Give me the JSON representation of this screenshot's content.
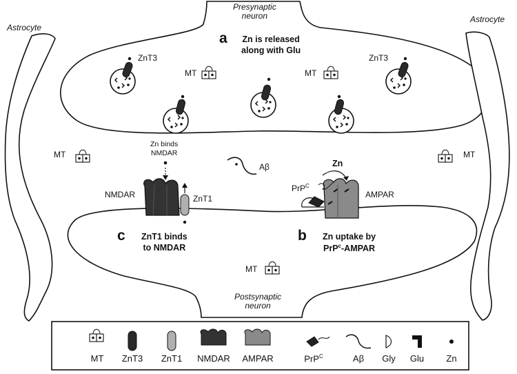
{
  "cells": {
    "presynaptic": "Presynaptic\nneuron",
    "postsynaptic": "Postsynaptic\nneuron",
    "astrocyte_left": "Astrocyte",
    "astrocyte_right": "Astrocyte"
  },
  "panels": {
    "a": {
      "letter": "a",
      "line1": "Zn is released",
      "line2": "along with Glu"
    },
    "b": {
      "letter": "b",
      "line1": "Zn uptake by",
      "line2_prefix": "PrP",
      "line2_sup": "c",
      "line2_suffix": "-AMPAR"
    },
    "c": {
      "letter": "c",
      "line1": "ZnT1 binds",
      "line2": "to NMDAR"
    }
  },
  "labels": {
    "znt3_left": "ZnT3",
    "znt3_right": "ZnT3",
    "mt_pre_left": "MT",
    "mt_pre_right": "MT",
    "mt_left": "MT",
    "mt_right": "MT",
    "mt_post": "MT",
    "zn_binds_1": "Zn binds",
    "zn_binds_2": "NMDAR",
    "abeta": "Aβ",
    "zn": "Zn",
    "prpc_base": "PrP",
    "prpc_sup": "C",
    "ampar": "AMPAR",
    "nmdar": "NMDAR",
    "znt1": "ZnT1"
  },
  "legend": {
    "items": [
      {
        "icon": "mt-icon",
        "label": "MT"
      },
      {
        "icon": "znt3-icon",
        "label": "ZnT3"
      },
      {
        "icon": "znt1-icon",
        "label": "ZnT1"
      },
      {
        "icon": "nmdar-icon",
        "label": "NMDAR"
      },
      {
        "icon": "ampar-icon",
        "label": "AMPAR"
      },
      {
        "icon": "prpc-icon",
        "label": "PrP",
        "sup": "C"
      },
      {
        "icon": "abeta-icon",
        "label": "Aβ"
      },
      {
        "icon": "gly-icon",
        "label": "Gly"
      },
      {
        "icon": "glu-icon",
        "label": "Glu"
      },
      {
        "icon": "zn-icon",
        "label": "Zn"
      }
    ]
  },
  "colors": {
    "znt3": "#2a2a2a",
    "znt1": "#b0b0b0",
    "nmdar": "#333333",
    "ampar": "#8a8a8a",
    "outline": "#111111"
  }
}
